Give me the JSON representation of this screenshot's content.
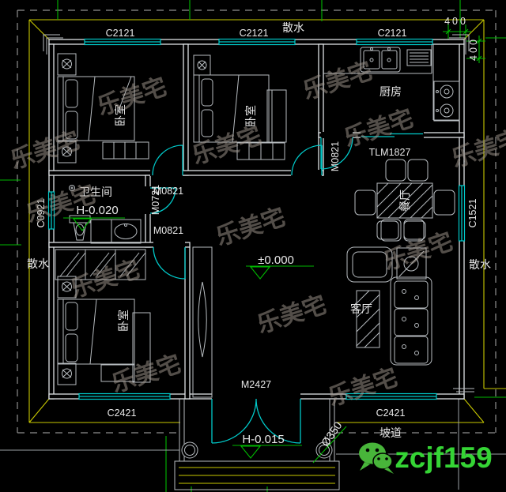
{
  "colors": {
    "background": "#000000",
    "wall_line": "#dde2e4",
    "window_cyan": "#00c9c9",
    "dimension_green": "#00b800",
    "eave_yellow": "#c9c900",
    "apron_dash_gray": "#8e8e8e",
    "text_white": "#e8e8e8",
    "watermark_gray": "#a69c92",
    "contact_green": "#35d435",
    "wechat_green": "#48b53a"
  },
  "watermark": {
    "text": "乐美宅"
  },
  "rooms": {
    "bedroom": "卧室",
    "kitchen": "厨房",
    "bathroom": "卫生间",
    "dining": "餐厅",
    "living": "客厅"
  },
  "openings": {
    "c2121": "C2121",
    "c0921": "C0921",
    "c1521": "C1521",
    "c2421": "C2421",
    "m0821": "M0821",
    "m0721": "M0721",
    "m2427": "M2427",
    "tlm1827": "TLM1827"
  },
  "site": {
    "apron": "散水",
    "ramp": "坡道"
  },
  "levels": {
    "ground": "±0.000",
    "bathroom": "H-0.020",
    "entrance": "H-0.015"
  },
  "dims": {
    "eave": "400",
    "column": "Ø350"
  },
  "contact": {
    "wechat_id": "zcjf159"
  }
}
